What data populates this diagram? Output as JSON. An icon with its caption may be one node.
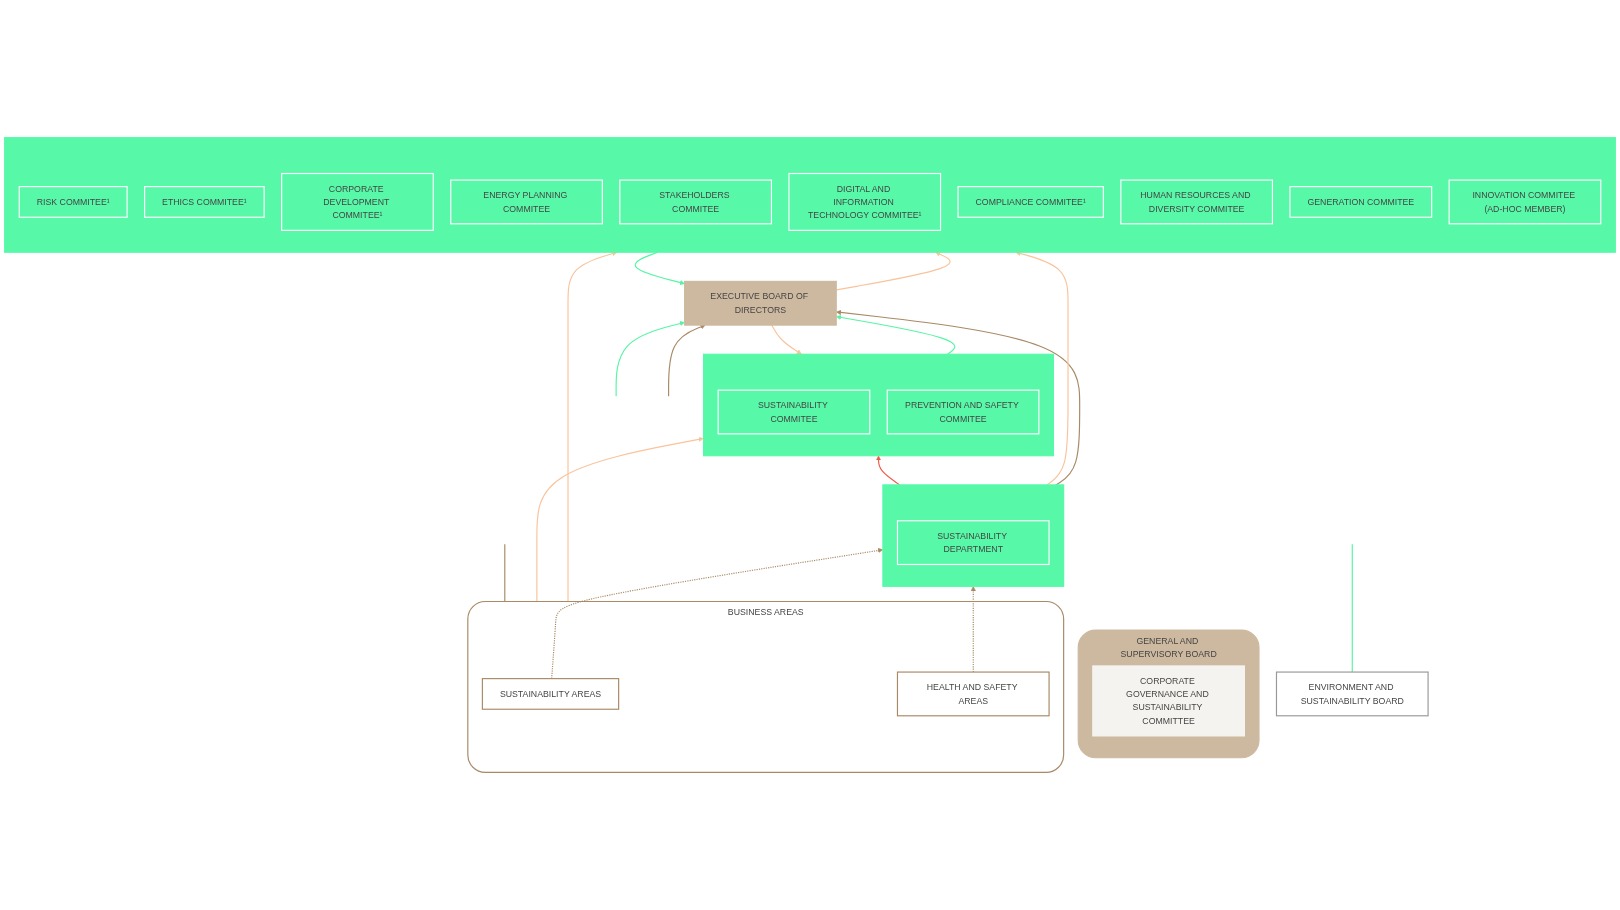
{
  "diagram": {
    "nodes": [
      {
        "text": [
          "GENERAL AND SUPERVISORY BOARD"
        ]
      },
      {
        "text": [
          "CORPORATE GOVERNANCE AND SUSTAINABILITY COMMITTEE"
        ],
        "in": 0
      },
      {
        "text": [
          "ENVIRONMENT AND SUSTAINABILITY BOARD"
        ]
      },
      {
        "text": [
          "EXECUTIVE BOARD OF DIRECTORS"
        ]
      },
      {
        "text": [],
        "shape": "box"
      },
      {
        "text": [
          "RISK COMMITEE¹"
        ],
        "in": 4
      },
      {
        "text": [
          "ETHICS COMMITEE¹"
        ],
        "in": 4
      },
      {
        "text": [
          "CORPORATE DEVELOPMENT COMMITEE¹"
        ],
        "in": 4
      },
      {
        "text": [
          "ENERGY PLANNING COMMITEE"
        ],
        "in": 4
      },
      {
        "text": [
          "STAKEHOLDERS COMMITEE"
        ],
        "in": 4
      },
      {
        "text": [
          "DIGITAL AND INFORMATION TECHNOLOGY COMMITEE¹"
        ],
        "in": 4
      },
      {
        "text": [
          "COMPLIANCE COMMITEE¹"
        ],
        "in": 4
      },
      {
        "text": [
          "HUMAN RESOURCES AND DIVERSITY COMMITEE"
        ],
        "in": 4
      },
      {
        "text": [
          "GENERATION COMMITEE"
        ],
        "in": 4
      },
      {
        "text": [
          "INNOVATION COMMITEE (AD-HOC MEMBER)"
        ],
        "in": 4
      },
      {
        "text": [],
        "shape": "box"
      },
      {
        "text": [
          "SUSTAINABILITY DEPARTMENT"
        ],
        "in": 15
      },
      {
        "text": [],
        "shape": "box"
      },
      {
        "text": [
          "SUSTAINABILITY COMMITEE"
        ],
        "in": 17
      },
      {
        "text": [
          "PREVENTION AND SAFETY COMMITEE"
        ],
        "in": 17
      },
      {
        "text": [
          "BUSINESS AREAS"
        ]
      },
      {
        "text": [
          "SUSTAINABILITY AREAS"
        ],
        "in": 20
      },
      {
        "text": [
          "HEALTH AND SAFETY AREAS"
        ],
        "in": 20
      }
    ],
    "edges": [
      {
        "from": 4,
        "to": 3,
        "arrow": "to",
        "color": "#57f5a5"
      },
      {
        "from": 3,
        "to": 4,
        "arrow": "to",
        "color": "#f9c49c"
      },
      {
        "from": 15,
        "to": 3,
        "arrow": "to",
        "color": "#a88a66"
      },
      {
        "from": 17,
        "to": 3,
        "arrow": "to",
        "color": "#57f5a5"
      },
      {
        "from": 3,
        "to": 17,
        "arrow": "to",
        "color": "#f9c49c"
      },
      {
        "from": 15,
        "to": 4,
        "arrow": "to",
        "color": "#f9c49c"
      },
      {
        "from": 15,
        "to": 17,
        "arrow": "to",
        "color": "#f05a4a"
      },
      {
        "from": 20,
        "to": 4,
        "arrow": "to",
        "color": "#f9c49c"
      },
      {
        "from": 21,
        "to": 15,
        "arrow": "to",
        "style": "dashed",
        "color": "#a88a66"
      },
      {
        "from": 22,
        "to": 15,
        "arrow": "to",
        "style": "dashed",
        "color": "#a88a66"
      },
      {
        "from": 20,
        "to": 17,
        "arrow": "to",
        "color": "#f9c49c"
      },
      {
        "from": 2,
        "to": null,
        "arrow": "none",
        "color": "#57f5a5"
      },
      {
        "from": null,
        "to": 3,
        "arrow": "to",
        "color": "#57f5a5"
      },
      {
        "from": null,
        "to": 3,
        "arrow": "to",
        "color": "#a88a66"
      },
      {
        "from": 20,
        "to": null,
        "arrow": "none",
        "color": "#a88a66"
      }
    ]
  }
}
